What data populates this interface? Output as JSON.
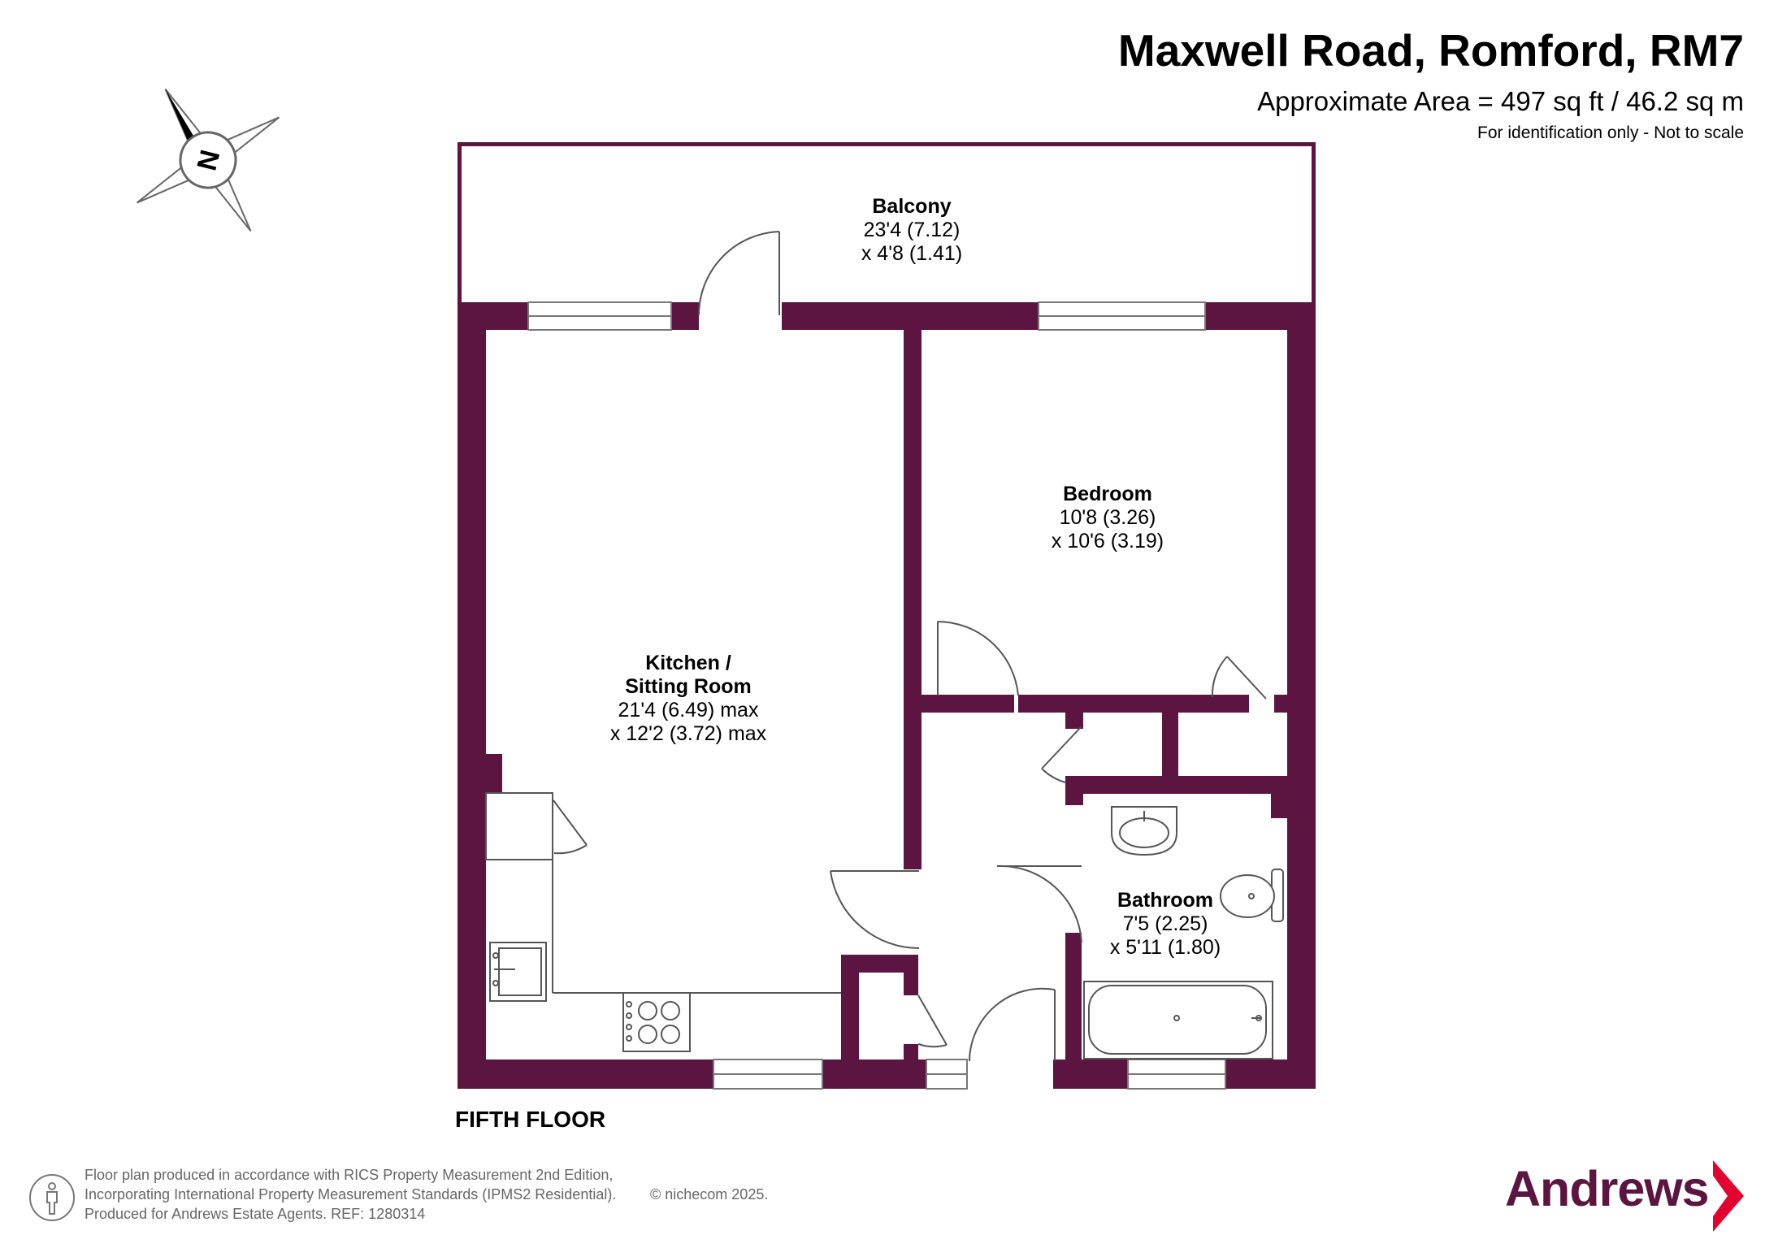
{
  "header": {
    "address": "Maxwell Road, Romford, RM7",
    "area": "Approximate Area = 497 sq ft / 46.2 sq m",
    "note": "For identification only - Not to scale"
  },
  "compass": {
    "label": "N",
    "icon": "compass-north-icon"
  },
  "rooms": {
    "balcony": {
      "name": "Balcony",
      "dim1": "23'4 (7.12)",
      "dim2": "x 4'8 (1.41)"
    },
    "bedroom": {
      "name": "Bedroom",
      "dim1": "10'8 (3.26)",
      "dim2": "x 10'6 (3.19)"
    },
    "kitchen": {
      "name1": "Kitchen /",
      "name2": "Sitting Room",
      "dim1": "21'4 (6.49) max",
      "dim2": "x 12'2 (3.72) max"
    },
    "bathroom": {
      "name": "Bathroom",
      "dim1": "7'5 (2.25)",
      "dim2": "x 5'11 (1.80)"
    }
  },
  "floor_label": "FIFTH FLOOR",
  "footer": {
    "line1": "Floor plan produced in accordance with RICS Property Measurement 2nd Edition,",
    "line2": "Incorporating International Property Measurement Standards (IPMS2 Residential).",
    "line3": "Produced for Andrews Estate Agents.   REF: 1280314",
    "copyright": "© nichecom 2025."
  },
  "brand": {
    "name": "Andrews"
  },
  "colors": {
    "wall": "#5c1541",
    "fixture": "#555555",
    "text": "#000000"
  }
}
